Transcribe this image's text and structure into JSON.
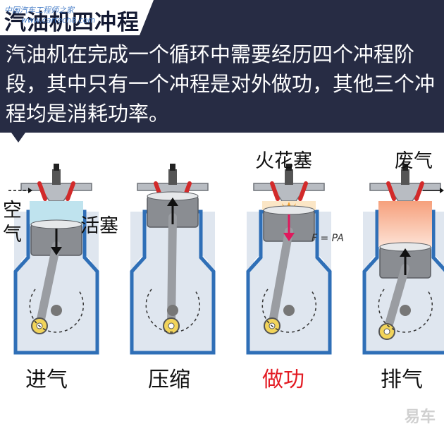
{
  "title": "汽油机四冲程",
  "watermark_line1": "中国汽车工程师之家",
  "watermark_line2": "www.cartech8.com",
  "description": "汽油机在完成一个循环中需要经历四个冲程阶段，其中只有一个冲程是对外做功，其他三个冲程均是消耗功率。",
  "labels": {
    "air": "空气",
    "piston": "活塞",
    "spark_plug": "火花塞",
    "exhaust": "废气",
    "formula": "F = PA"
  },
  "strokes": [
    {
      "label": "进气",
      "color": "#111111"
    },
    {
      "label": "压缩",
      "color": "#111111"
    },
    {
      "label": "做功",
      "color": "#e31b23"
    },
    {
      "label": "排气",
      "color": "#111111"
    }
  ],
  "logo": "易车",
  "colors": {
    "header_bg": "#272c44",
    "wall": "#2f6fb7",
    "housing": "#dfe6ef",
    "piston": "#8a8d92",
    "power_arrow": "#e0185c"
  }
}
